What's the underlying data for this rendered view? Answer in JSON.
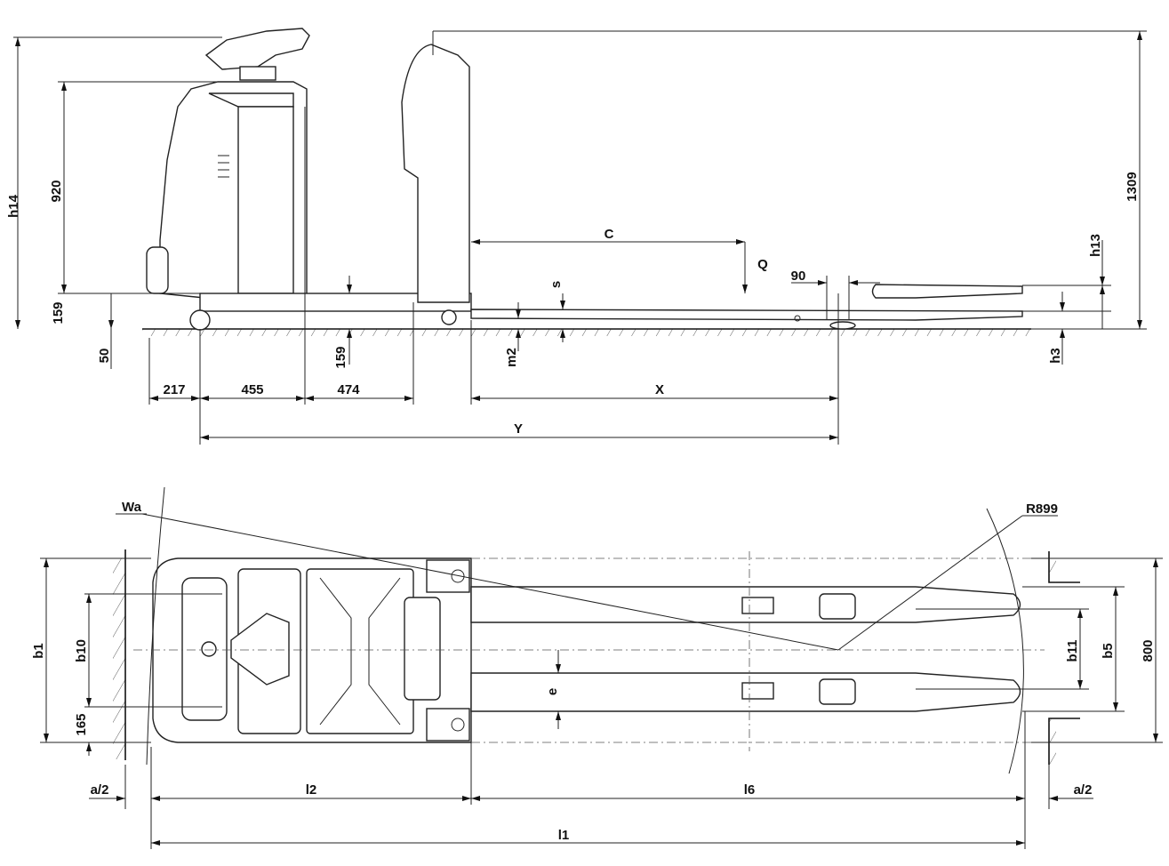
{
  "side_view": {
    "h14": "h14",
    "d920": "920",
    "d159_left": "159",
    "d50": "50",
    "d217": "217",
    "d455": "455",
    "d474": "474",
    "d159_mid": "159",
    "X": "X",
    "Y": "Y",
    "C": "C",
    "Q": "Q",
    "s": "s",
    "m2": "m2",
    "d90": "90",
    "h13": "h13",
    "d1309": "1309",
    "h3": "h3"
  },
  "top_view": {
    "Wa": "Wa",
    "R899": "R899",
    "b1": "b1",
    "b10": "b10",
    "d165": "165",
    "a2_left": "a/2",
    "l2": "l2",
    "l6": "l6",
    "a2_right": "a/2",
    "l1": "l1",
    "b11": "b11",
    "b5": "b5",
    "d800": "800",
    "e": "e"
  }
}
